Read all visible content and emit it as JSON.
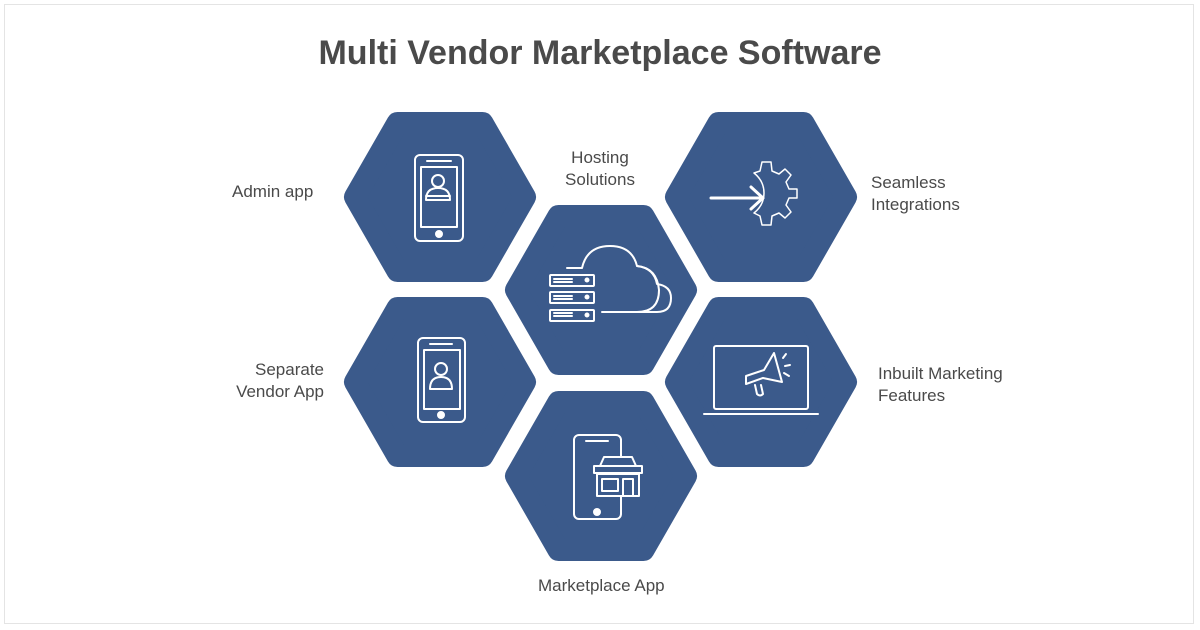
{
  "title": "Multi Vendor Marketplace Software",
  "colors": {
    "hexagon": "#3b5a8b",
    "text": "#4a4a4a"
  },
  "items": [
    {
      "label": "Admin app",
      "icon": "admin-phone-icon"
    },
    {
      "label_line1": "Hosting",
      "label_line2": "Solutions",
      "icon": "cloud-server-icon"
    },
    {
      "label_line1": "Seamless",
      "label_line2": "Integrations",
      "icon": "gear-arrow-icon"
    },
    {
      "label_line1": "Separate",
      "label_line2": "Vendor App",
      "icon": "vendor-phone-icon"
    },
    {
      "label_line1": "Inbuilt Marketing",
      "label_line2": "Features",
      "icon": "laptop-megaphone-icon"
    },
    {
      "label": "Marketplace App",
      "icon": "phone-store-icon"
    }
  ]
}
